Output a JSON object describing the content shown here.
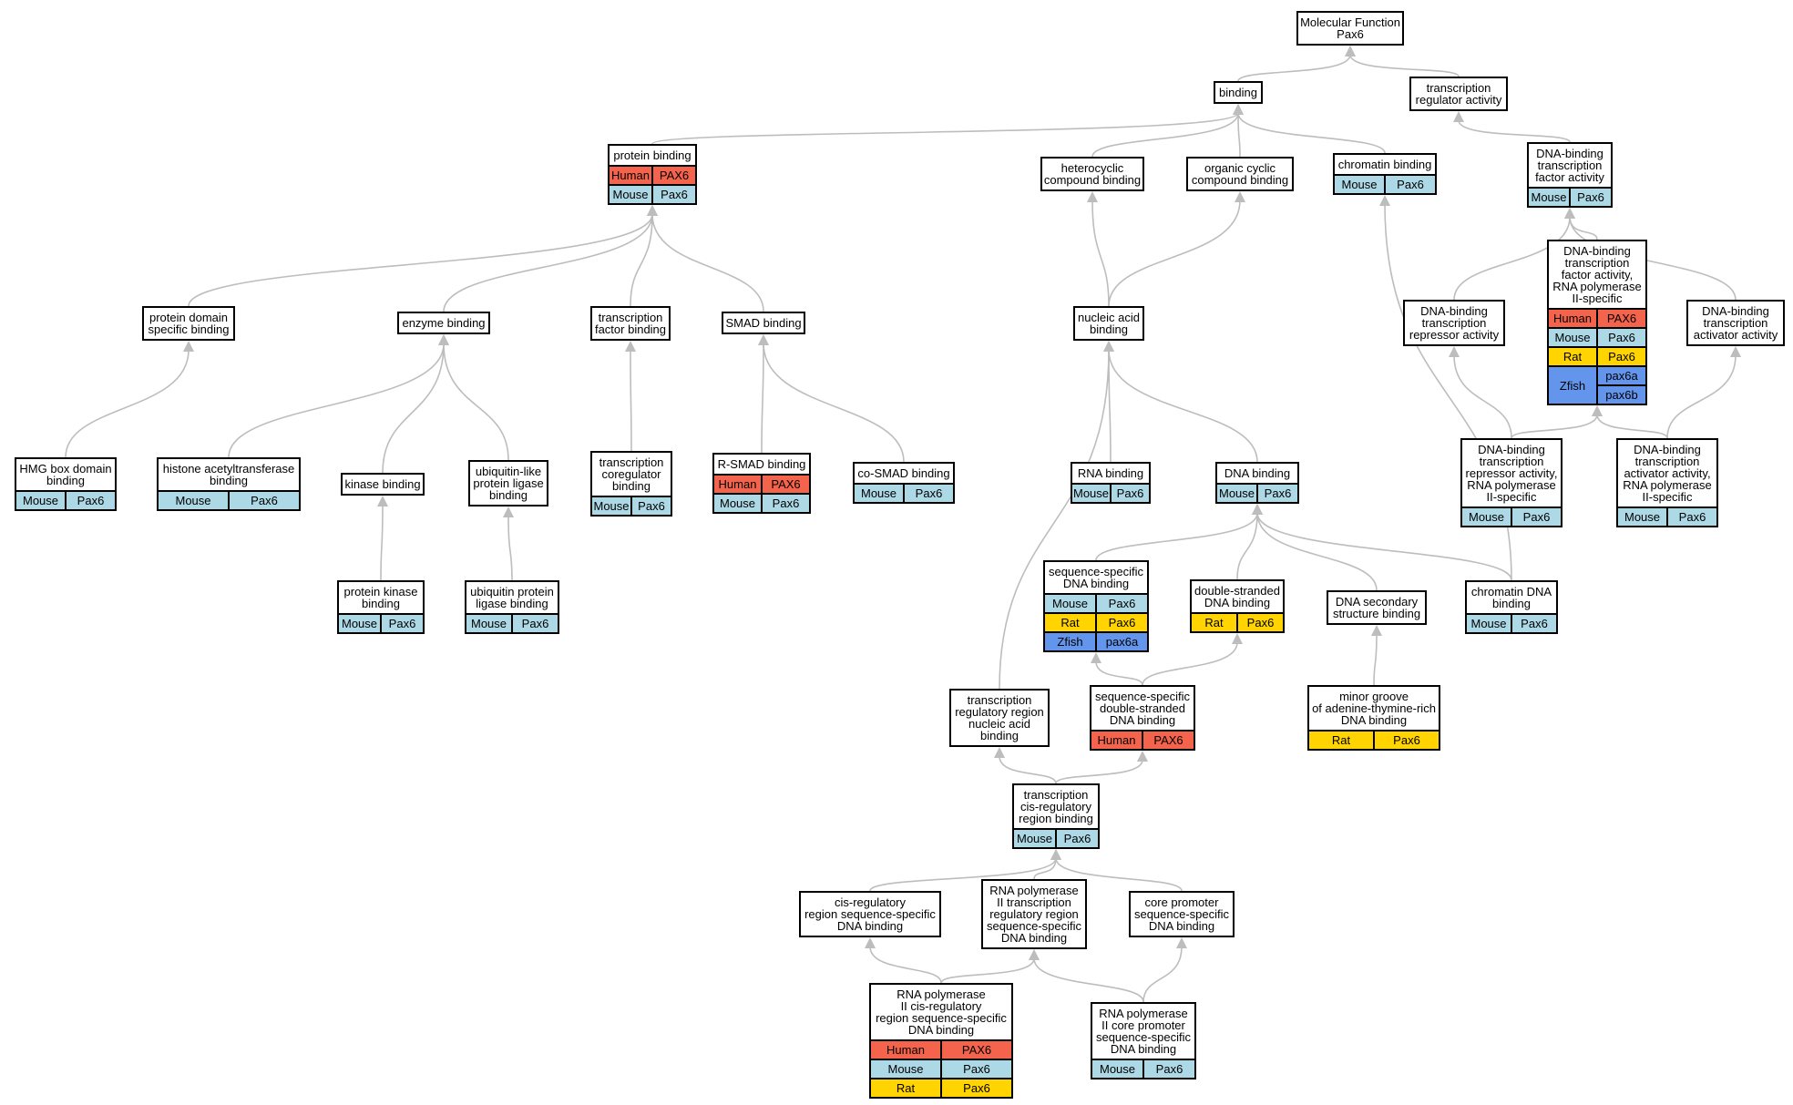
{
  "species_colors": {
    "Human": "#f4634b",
    "Mouse": "#add8e6",
    "Rat": "#ffd400",
    "Zfish": "#6495ed"
  },
  "edge_color": "#bdbdbd",
  "nodes": {
    "root": {
      "lines": [
        "Molecular Function",
        "Pax6"
      ]
    },
    "binding": {
      "lines": [
        "binding"
      ]
    },
    "transcription_regulator": {
      "lines": [
        "transcription",
        "regulator activity"
      ]
    },
    "protein_binding": {
      "lines": [
        "protein binding"
      ],
      "annotations": [
        {
          "species": "Human",
          "genes": [
            "PAX6"
          ]
        },
        {
          "species": "Mouse",
          "genes": [
            "Pax6"
          ]
        }
      ]
    },
    "heterocyclic": {
      "lines": [
        "heterocyclic",
        "compound binding"
      ]
    },
    "organic_cyclic": {
      "lines": [
        "organic cyclic",
        "compound binding"
      ]
    },
    "chromatin_binding": {
      "lines": [
        "chromatin binding"
      ],
      "annotations": [
        {
          "species": "Mouse",
          "genes": [
            "Pax6"
          ]
        }
      ]
    },
    "dbtf_activity": {
      "lines": [
        "DNA-binding",
        "transcription",
        "factor activity"
      ],
      "annotations": [
        {
          "species": "Mouse",
          "genes": [
            "Pax6"
          ]
        }
      ]
    },
    "dbtf_pol2": {
      "lines": [
        "DNA-binding",
        "transcription",
        "factor activity,",
        "RNA polymerase",
        "II-specific"
      ],
      "annotations": [
        {
          "species": "Human",
          "genes": [
            "PAX6"
          ]
        },
        {
          "species": "Mouse",
          "genes": [
            "Pax6"
          ]
        },
        {
          "species": "Rat",
          "genes": [
            "Pax6"
          ]
        },
        {
          "species": "Zfish",
          "genes": [
            "pax6a",
            "pax6b"
          ]
        }
      ]
    },
    "protein_domain": {
      "lines": [
        "protein domain",
        "specific binding"
      ]
    },
    "enzyme_binding": {
      "lines": [
        "enzyme binding"
      ]
    },
    "tf_binding": {
      "lines": [
        "transcription",
        "factor binding"
      ]
    },
    "smad_binding": {
      "lines": [
        "SMAD binding"
      ]
    },
    "nucleic_acid": {
      "lines": [
        "nucleic acid",
        "binding"
      ]
    },
    "db_repressor": {
      "lines": [
        "DNA-binding",
        "transcription",
        "repressor activity"
      ]
    },
    "db_activator": {
      "lines": [
        "DNA-binding",
        "transcription",
        "activator activity"
      ]
    },
    "hmg_box": {
      "lines": [
        "HMG box domain",
        "binding"
      ],
      "annotations": [
        {
          "species": "Mouse",
          "genes": [
            "Pax6"
          ]
        }
      ]
    },
    "histone_acetyl": {
      "lines": [
        "histone acetyltransferase",
        "binding"
      ],
      "annotations": [
        {
          "species": "Mouse",
          "genes": [
            "Pax6"
          ]
        }
      ]
    },
    "kinase_binding": {
      "lines": [
        "kinase binding"
      ]
    },
    "ubiquitin_like": {
      "lines": [
        "ubiquitin-like",
        "protein ligase",
        "binding"
      ]
    },
    "coregulator": {
      "lines": [
        "transcription",
        "coregulator",
        "binding"
      ],
      "annotations": [
        {
          "species": "Mouse",
          "genes": [
            "Pax6"
          ]
        }
      ]
    },
    "rsmad": {
      "lines": [
        "R-SMAD binding"
      ],
      "annotations": [
        {
          "species": "Human",
          "genes": [
            "PAX6"
          ]
        },
        {
          "species": "Mouse",
          "genes": [
            "Pax6"
          ]
        }
      ]
    },
    "cosmad": {
      "lines": [
        "co-SMAD binding"
      ],
      "annotations": [
        {
          "species": "Mouse",
          "genes": [
            "Pax6"
          ]
        }
      ]
    },
    "rna_binding": {
      "lines": [
        "RNA binding"
      ],
      "annotations": [
        {
          "species": "Mouse",
          "genes": [
            "Pax6"
          ]
        }
      ]
    },
    "dna_binding": {
      "lines": [
        "DNA binding"
      ],
      "annotations": [
        {
          "species": "Mouse",
          "genes": [
            "Pax6"
          ]
        }
      ]
    },
    "db_repressor_pol2": {
      "lines": [
        "DNA-binding",
        "transcription",
        "repressor activity,",
        "RNA polymerase",
        "II-specific"
      ],
      "annotations": [
        {
          "species": "Mouse",
          "genes": [
            "Pax6"
          ]
        }
      ]
    },
    "db_activator_pol2": {
      "lines": [
        "DNA-binding",
        "transcription",
        "activator activity,",
        "RNA polymerase",
        "II-specific"
      ],
      "annotations": [
        {
          "species": "Mouse",
          "genes": [
            "Pax6"
          ]
        }
      ]
    },
    "protein_kinase": {
      "lines": [
        "protein kinase",
        "binding"
      ],
      "annotations": [
        {
          "species": "Mouse",
          "genes": [
            "Pax6"
          ]
        }
      ]
    },
    "ubiquitin_ligase": {
      "lines": [
        "ubiquitin protein",
        "ligase binding"
      ],
      "annotations": [
        {
          "species": "Mouse",
          "genes": [
            "Pax6"
          ]
        }
      ]
    },
    "seq_specific": {
      "lines": [
        "sequence-specific",
        "DNA binding"
      ],
      "annotations": [
        {
          "species": "Mouse",
          "genes": [
            "Pax6"
          ]
        },
        {
          "species": "Rat",
          "genes": [
            "Pax6"
          ]
        },
        {
          "species": "Zfish",
          "genes": [
            "pax6a"
          ]
        }
      ]
    },
    "ds_dna": {
      "lines": [
        "double-stranded",
        "DNA binding"
      ],
      "annotations": [
        {
          "species": "Rat",
          "genes": [
            "Pax6"
          ]
        }
      ]
    },
    "dna_secondary": {
      "lines": [
        "DNA secondary",
        "structure binding"
      ]
    },
    "chromatin_dna": {
      "lines": [
        "chromatin DNA",
        "binding"
      ],
      "annotations": [
        {
          "species": "Mouse",
          "genes": [
            "Pax6"
          ]
        }
      ]
    },
    "tr_region_na": {
      "lines": [
        "transcription",
        "regulatory region",
        "nucleic acid",
        "binding"
      ]
    },
    "seq_ds": {
      "lines": [
        "sequence-specific",
        "double-stranded",
        "DNA binding"
      ],
      "annotations": [
        {
          "species": "Human",
          "genes": [
            "PAX6"
          ]
        }
      ]
    },
    "minor_groove": {
      "lines": [
        "minor groove",
        "of adenine-thymine-rich",
        "DNA binding"
      ],
      "annotations": [
        {
          "species": "Rat",
          "genes": [
            "Pax6"
          ]
        }
      ]
    },
    "tcr_region": {
      "lines": [
        "transcription",
        "cis-regulatory",
        "region binding"
      ],
      "annotations": [
        {
          "species": "Mouse",
          "genes": [
            "Pax6"
          ]
        }
      ]
    },
    "cis_reg_seq": {
      "lines": [
        "cis-regulatory",
        "region sequence-specific",
        "DNA binding"
      ]
    },
    "pol2_tr_region": {
      "lines": [
        "RNA polymerase",
        "II transcription",
        "regulatory region",
        "sequence-specific",
        "DNA binding"
      ]
    },
    "core_promoter": {
      "lines": [
        "core promoter",
        "sequence-specific",
        "DNA binding"
      ]
    },
    "pol2_cis_reg": {
      "lines": [
        "RNA polymerase",
        "II cis-regulatory",
        "region sequence-specific",
        "DNA binding"
      ],
      "annotations": [
        {
          "species": "Human",
          "genes": [
            "PAX6"
          ]
        },
        {
          "species": "Mouse",
          "genes": [
            "Pax6"
          ]
        },
        {
          "species": "Rat",
          "genes": [
            "Pax6"
          ]
        }
      ]
    },
    "pol2_core_promoter": {
      "lines": [
        "RNA polymerase",
        "II core promoter",
        "sequence-specific",
        "DNA binding"
      ],
      "annotations": [
        {
          "species": "Mouse",
          "genes": [
            "Pax6"
          ]
        }
      ]
    }
  },
  "edges": [
    [
      "binding",
      "root"
    ],
    [
      "transcription_regulator",
      "root"
    ],
    [
      "protein_binding",
      "binding"
    ],
    [
      "heterocyclic",
      "binding"
    ],
    [
      "organic_cyclic",
      "binding"
    ],
    [
      "chromatin_binding",
      "binding"
    ],
    [
      "dbtf_activity",
      "transcription_regulator"
    ],
    [
      "protein_domain",
      "protein_binding"
    ],
    [
      "enzyme_binding",
      "protein_binding"
    ],
    [
      "tf_binding",
      "protein_binding"
    ],
    [
      "smad_binding",
      "protein_binding"
    ],
    [
      "nucleic_acid",
      "heterocyclic"
    ],
    [
      "nucleic_acid",
      "organic_cyclic"
    ],
    [
      "db_repressor",
      "dbtf_activity"
    ],
    [
      "dbtf_pol2",
      "dbtf_activity"
    ],
    [
      "db_activator",
      "dbtf_activity"
    ],
    [
      "hmg_box",
      "protein_domain"
    ],
    [
      "histone_acetyl",
      "enzyme_binding"
    ],
    [
      "kinase_binding",
      "enzyme_binding"
    ],
    [
      "ubiquitin_like",
      "enzyme_binding"
    ],
    [
      "coregulator",
      "tf_binding"
    ],
    [
      "rsmad",
      "smad_binding"
    ],
    [
      "cosmad",
      "smad_binding"
    ],
    [
      "rna_binding",
      "nucleic_acid"
    ],
    [
      "dna_binding",
      "nucleic_acid"
    ],
    [
      "tr_region_na",
      "nucleic_acid"
    ],
    [
      "db_repressor_pol2",
      "db_repressor"
    ],
    [
      "db_repressor_pol2",
      "dbtf_pol2"
    ],
    [
      "db_activator_pol2",
      "db_activator"
    ],
    [
      "db_activator_pol2",
      "dbtf_pol2"
    ],
    [
      "protein_kinase",
      "kinase_binding"
    ],
    [
      "ubiquitin_ligase",
      "ubiquitin_like"
    ],
    [
      "seq_specific",
      "dna_binding"
    ],
    [
      "ds_dna",
      "dna_binding"
    ],
    [
      "dna_secondary",
      "dna_binding"
    ],
    [
      "chromatin_dna",
      "dna_binding"
    ],
    [
      "chromatin_dna",
      "chromatin_binding"
    ],
    [
      "seq_ds",
      "seq_specific"
    ],
    [
      "seq_ds",
      "ds_dna"
    ],
    [
      "minor_groove",
      "dna_secondary"
    ],
    [
      "tcr_region",
      "tr_region_na"
    ],
    [
      "tcr_region",
      "seq_ds"
    ],
    [
      "cis_reg_seq",
      "tcr_region"
    ],
    [
      "pol2_tr_region",
      "tcr_region"
    ],
    [
      "core_promoter",
      "tcr_region"
    ],
    [
      "pol2_cis_reg",
      "cis_reg_seq"
    ],
    [
      "pol2_cis_reg",
      "pol2_tr_region"
    ],
    [
      "pol2_core_promoter",
      "pol2_tr_region"
    ],
    [
      "pol2_core_promoter",
      "core_promoter"
    ]
  ]
}
